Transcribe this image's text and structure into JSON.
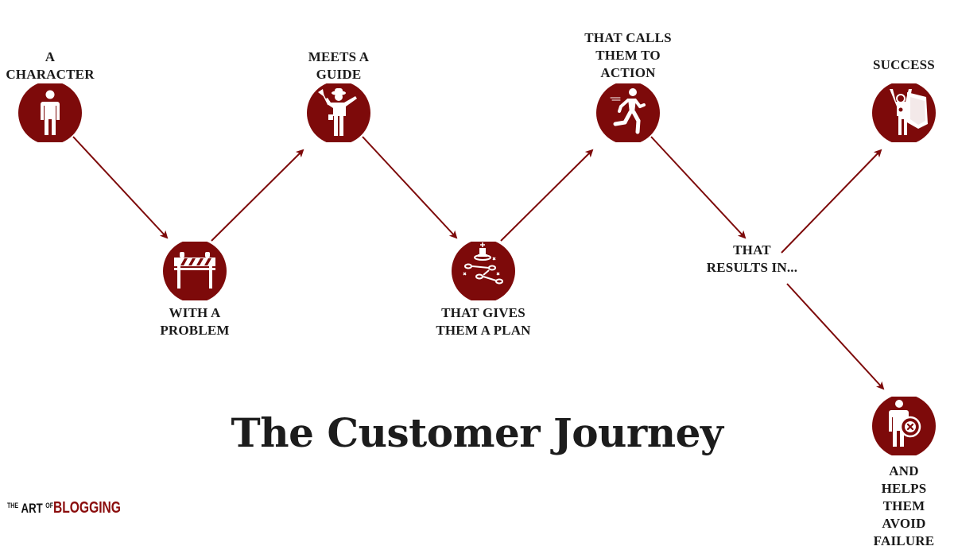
{
  "title": "The Customer Journey",
  "brand": {
    "the": "THE",
    "art": "ART",
    "of": "OF",
    "name": "BLOGGING",
    "accent_color": "#8a0c0c"
  },
  "colors": {
    "node_fill": "#7d0a0a",
    "arrow": "#7d0a0a",
    "icon": "#ffffff",
    "text": "#1a1a1a"
  },
  "steps": [
    {
      "id": "character",
      "label": "A\nCHARACTER",
      "icon": "person-icon"
    },
    {
      "id": "problem",
      "label": "WITH A\nPROBLEM",
      "icon": "barrier-icon"
    },
    {
      "id": "guide",
      "label": "MEETS A\nGUIDE",
      "icon": "tour-guide-icon"
    },
    {
      "id": "plan",
      "label": "THAT GIVES\nTHEM A PLAN",
      "icon": "strategy-plan-icon"
    },
    {
      "id": "action",
      "label": "THAT CALLS\nTHEM TO\nACTION",
      "icon": "running-person-icon"
    },
    {
      "id": "results",
      "label": "THAT\nRESULTS IN...",
      "icon": null
    },
    {
      "id": "success",
      "label": "SUCCESS",
      "icon": "superhero-icon"
    },
    {
      "id": "failure",
      "label": "AND HELPS\nTHEM\nAVOID\nFAILURE",
      "icon": "person-cancel-icon"
    }
  ],
  "connections": [
    [
      "character",
      "problem"
    ],
    [
      "problem",
      "guide"
    ],
    [
      "guide",
      "plan"
    ],
    [
      "plan",
      "action"
    ],
    [
      "action",
      "results"
    ],
    [
      "results",
      "success"
    ],
    [
      "results",
      "failure"
    ]
  ]
}
